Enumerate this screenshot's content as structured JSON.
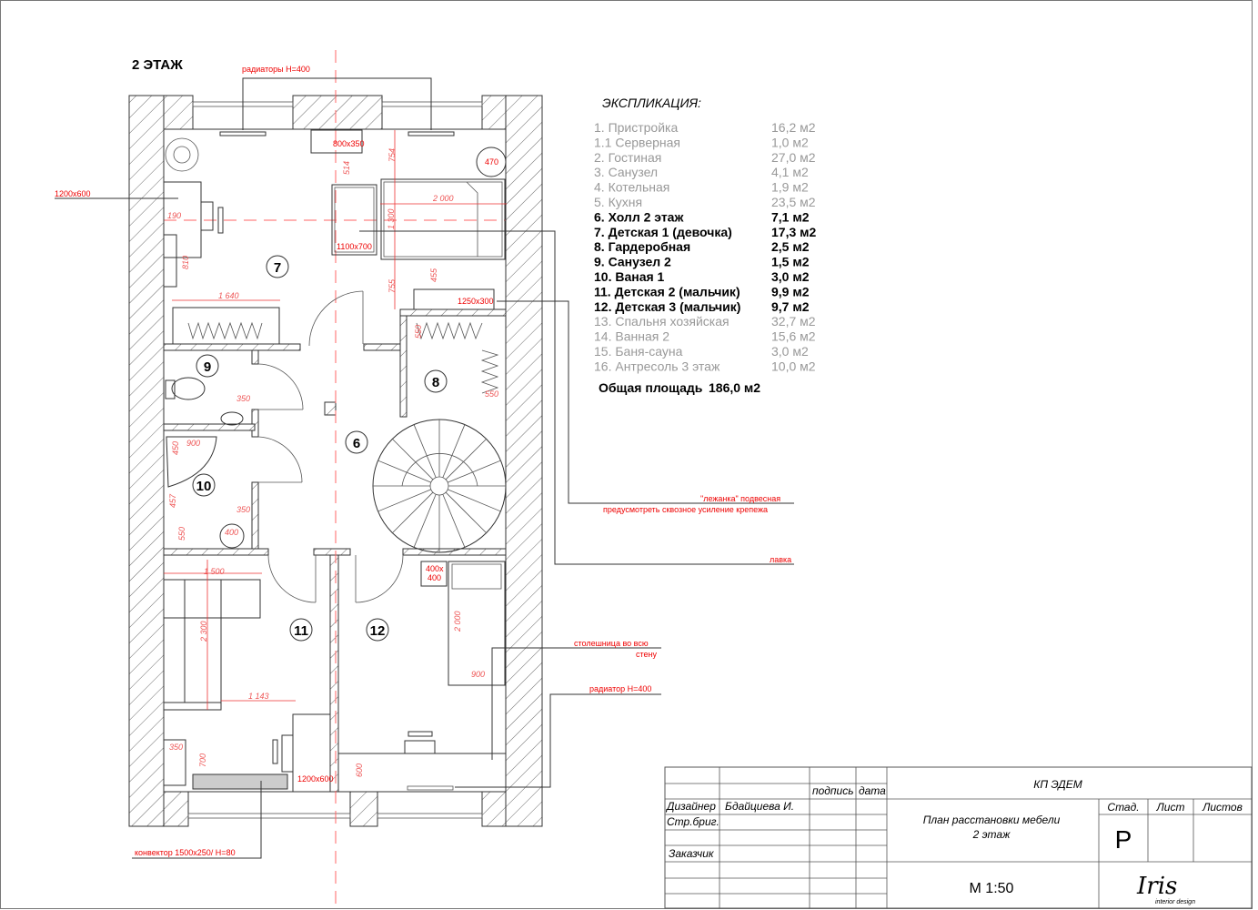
{
  "floor_title": "2 ЭТАЖ",
  "notes": {
    "radiators_top": "радиаторы Н=400",
    "desk_left": "1200х600",
    "hanging_bed_1": "\"лежанка\" подвесная",
    "hanging_bed_2": "предусмотреть сквозное усиление крепежа",
    "bench": "лавка",
    "countertop_1": "столешница во всю",
    "countertop_2": "стену",
    "radiator_right": "радиатор Н=400",
    "convector": "конвектор 1500х250/ Н=80"
  },
  "plan_labels": {
    "shelf_top": "800x350",
    "round_table": "470",
    "rug": "1100x700",
    "bed_length": "2 000",
    "bed_width": "1 300",
    "dim_754": "754",
    "dim_514": "514",
    "dim_190": "190",
    "dim_810": "810",
    "dim_755": "755",
    "dim_455": "455",
    "shelf_bench": "1250x300",
    "wardrobe_len": "1 640",
    "dim_550a": "550",
    "dim_550b": "550",
    "dim_350a": "350",
    "dim_900a": "900",
    "dim_450": "450",
    "dim_457": "457",
    "dim_350b": "350",
    "dim_550c": "550",
    "dim_400": "400",
    "sofa_len": "1 500",
    "sofa_depth": "2 300",
    "dim_1143": "1 143",
    "dim_350c": "350",
    "dim_700": "700",
    "desk_11": "1200x600",
    "box_400_1": "400x",
    "box_400_2": "400",
    "bed12_len": "2 000",
    "bed12_w": "900",
    "dim_600": "600"
  },
  "rooms": [
    "7",
    "9",
    "8",
    "6",
    "10",
    "11",
    "12"
  ],
  "explication": {
    "title": "ЭКСПЛИКАЦИЯ:",
    "items": [
      {
        "name": "1. Пристройка",
        "area": "16,2 м2",
        "active": false
      },
      {
        "name": "1.1 Серверная",
        "area": "1,0 м2",
        "active": false
      },
      {
        "name": "2. Гостиная",
        "area": "27,0 м2",
        "active": false
      },
      {
        "name": "3. Санузел",
        "area": "4,1 м2",
        "active": false
      },
      {
        "name": "4. Котельная",
        "area": "1,9 м2",
        "active": false
      },
      {
        "name": "5. Кухня",
        "area": "23,5 м2",
        "active": false
      },
      {
        "name": "6. Холл 2 этаж",
        "area": "7,1 м2",
        "active": true
      },
      {
        "name": "7. Детская 1 (девочка)",
        "area": "17,3 м2",
        "active": true
      },
      {
        "name": "8. Гардеробная",
        "area": "2,5 м2",
        "active": true
      },
      {
        "name": "9. Санузел 2",
        "area": "1,5 м2",
        "active": true
      },
      {
        "name": "10. Ваная 1",
        "area": "3,0 м2",
        "active": true
      },
      {
        "name": "11. Детская 2 (мальчик)",
        "area": "9,9 м2",
        "active": true
      },
      {
        "name": "12. Детская 3 (мальчик)",
        "area": "9,7 м2",
        "active": true
      },
      {
        "name": "13. Спальня хозяйская",
        "area": "32,7 м2",
        "active": false
      },
      {
        "name": "14. Ванная 2",
        "area": "15,6 м2",
        "active": false
      },
      {
        "name": "15. Баня-сауна",
        "area": "3,0 м2",
        "active": false
      },
      {
        "name": "16. Антресоль 3 этаж",
        "area": "10,0 м2",
        "active": false
      }
    ],
    "total_label": "Общая площадь",
    "total_value": "186,0 м2"
  },
  "title_block": {
    "signature": "подпись",
    "date": "дата",
    "designer_label": "Дизайнер",
    "designer_name": "Бдайциева И.",
    "brigade_label": "Стр.бриг.",
    "customer_label": "Заказчик",
    "project": "КП ЭДЕМ",
    "drawing_1": "План расстановки мебели",
    "drawing_2": "2 этаж",
    "stage_label": "Стад.",
    "sheet_label": "Лист",
    "sheets_label": "Листов",
    "stage_value": "Р",
    "scale": "М 1:50",
    "logo_1": "Iris",
    "logo_2": "interior design"
  },
  "colors": {
    "annotation": "#e00000",
    "line": "#333333"
  }
}
